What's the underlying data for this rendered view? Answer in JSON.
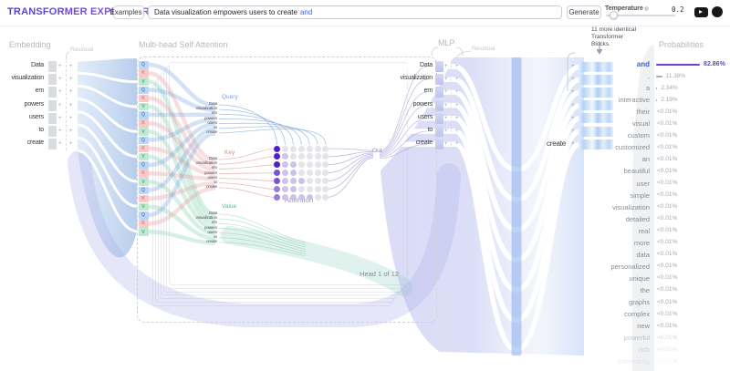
{
  "header": {
    "logo": "Transformer Explainer",
    "examples": "Examples",
    "prompt": "Data visualization empowers users to create",
    "predicted": "and",
    "generate": "Generate",
    "temperature_label": "Temperature",
    "temperature_value": "0.2"
  },
  "labels": {
    "embedding": "Embedding",
    "multihead": "Multi-head Self Attention",
    "mlp": "MLP",
    "probabilities": "Probabilities",
    "residual": "Residual",
    "query": "Query",
    "key": "Key",
    "value": "Value",
    "attention": "Attention",
    "out": "Out",
    "head": "Head 1 of 12",
    "note1": "11 more identical",
    "note2": "Transformer",
    "note3": "Blocks.",
    "output_token": "create"
  },
  "tokens": [
    "Data",
    "visualization",
    "em",
    "powers",
    "users",
    "to",
    "create"
  ],
  "qkv": [
    "Q",
    "K",
    "V"
  ],
  "attention_matrix": [
    [
      "d",
      "g",
      "g",
      "g",
      "g",
      "g",
      "g"
    ],
    [
      "d",
      "l",
      "g",
      "g",
      "g",
      "g",
      "g"
    ],
    [
      "d",
      "l",
      "l",
      "g",
      "g",
      "g",
      "g"
    ],
    [
      "m",
      "l",
      "l",
      "g",
      "g",
      "g",
      "g"
    ],
    [
      "m",
      "l",
      "l",
      "l",
      "g",
      "g",
      "g"
    ],
    [
      "m2",
      "l",
      "l",
      "g",
      "g",
      "g",
      "g"
    ],
    [
      "m2",
      "l",
      "l",
      "l",
      "l",
      "g",
      "g"
    ]
  ],
  "matrix_palette": {
    "d": "#4f21c4",
    "m": "#7a53d4",
    "m2": "#977cdb",
    "l": "#cdc2ea",
    "g": "#e4e4e9"
  },
  "colors": {
    "accent": "#6b3fd4",
    "predicted": "#3b5bdb",
    "query": "#6fa3dc",
    "key": "#dd8383",
    "value": "#58b896",
    "out": "#8b84c8"
  },
  "probabilities": [
    {
      "token": "and",
      "pct": "82.86%",
      "value": 82.86,
      "highlight": true
    },
    {
      "token": ",",
      "pct": "11.38%",
      "value": 11.38
    },
    {
      "token": "a",
      "pct": "2.34%",
      "value": 2.34
    },
    {
      "token": "interactive",
      "pct": "2.19%",
      "value": 2.19
    },
    {
      "token": "their",
      "pct": "<0.01%",
      "value": 0
    },
    {
      "token": "visual",
      "pct": "<0.01%",
      "value": 0
    },
    {
      "token": "custom",
      "pct": "<0.01%",
      "value": 0
    },
    {
      "token": "customized",
      "pct": "<0.01%",
      "value": 0
    },
    {
      "token": "an",
      "pct": "<0.01%",
      "value": 0
    },
    {
      "token": "beautiful",
      "pct": "<0.01%",
      "value": 0
    },
    {
      "token": "user",
      "pct": "<0.01%",
      "value": 0
    },
    {
      "token": "simple",
      "pct": "<0.01%",
      "value": 0
    },
    {
      "token": "visualization",
      "pct": "<0.01%",
      "value": 0
    },
    {
      "token": "detailed",
      "pct": "<0.01%",
      "value": 0
    },
    {
      "token": "real",
      "pct": "<0.01%",
      "value": 0
    },
    {
      "token": "more",
      "pct": "<0.01%",
      "value": 0
    },
    {
      "token": "data",
      "pct": "<0.01%",
      "value": 0
    },
    {
      "token": "personalized",
      "pct": "<0.01%",
      "value": 0
    },
    {
      "token": "unique",
      "pct": "<0.01%",
      "value": 0
    },
    {
      "token": "the",
      "pct": "<0.01%",
      "value": 0
    },
    {
      "token": "graphs",
      "pct": "<0.01%",
      "value": 0
    },
    {
      "token": "complex",
      "pct": "<0.01%",
      "value": 0
    },
    {
      "token": "new",
      "pct": "<0.01%",
      "value": 0
    },
    {
      "token": "powerful",
      "pct": "<0.01%",
      "value": 0,
      "fade": 0.5
    },
    {
      "token": "rich",
      "pct": "<0.01%",
      "value": 0,
      "fade": 0.32
    },
    {
      "token": "interesting",
      "pct": "<0.01%",
      "value": 0,
      "fade": 0.16
    }
  ]
}
